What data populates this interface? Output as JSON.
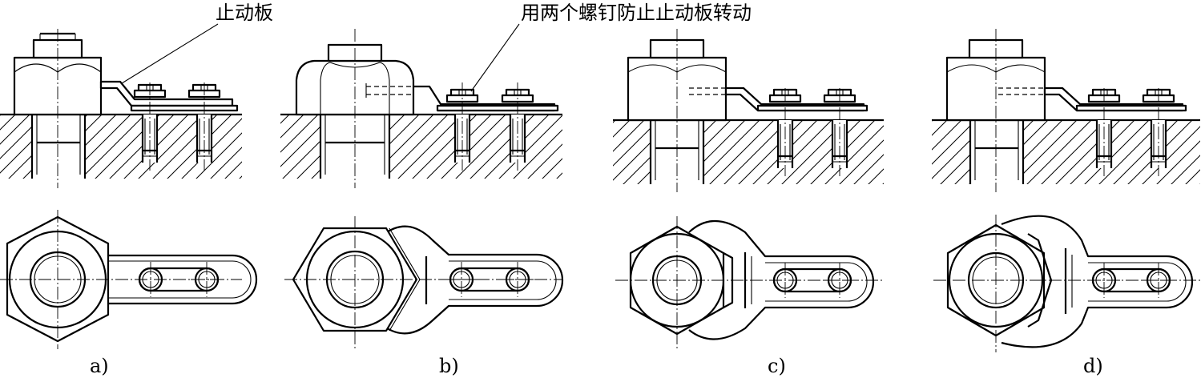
{
  "annotations": {
    "lock_plate": "止动板",
    "two_screws": "用两个螺钉防止止动板转动"
  },
  "panels": [
    {
      "label": "a)"
    },
    {
      "label": "b)"
    },
    {
      "label": "c)"
    },
    {
      "label": "d)"
    }
  ]
}
